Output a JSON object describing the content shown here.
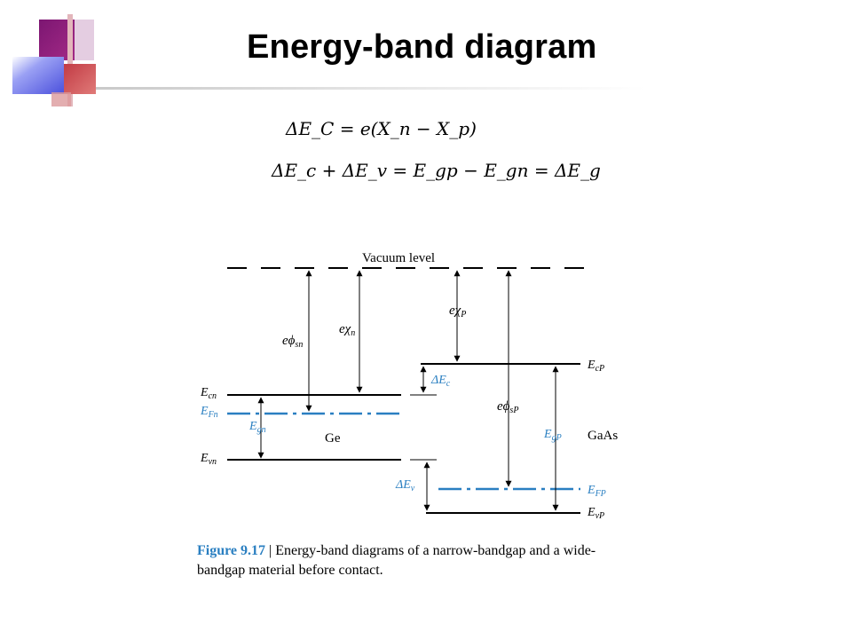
{
  "slide": {
    "title": "Energy-band diagram",
    "equation_1": "ΔE_C = e(X_n − X_p)",
    "equation_2": "ΔE_c + ΔE_v = E_gp − E_gn = ΔE_g"
  },
  "diagram": {
    "vacuum_level": "Vacuum level",
    "left_material": "Ge",
    "right_material": "GaAs",
    "labels": {
      "E_cn": [
        "E",
        "cn"
      ],
      "E_Fn": [
        "E",
        "Fn"
      ],
      "E_vn": [
        "E",
        "vn"
      ],
      "E_gn": [
        "E",
        "gn"
      ],
      "e_phi_sn": [
        "eϕ",
        "sn"
      ],
      "e_chi_n": [
        "eχ",
        "n"
      ],
      "e_chi_P": [
        "eχ",
        "P"
      ],
      "delta_E_c": [
        "ΔE",
        "c"
      ],
      "delta_E_v": [
        "ΔE",
        "v"
      ],
      "e_phi_sP": [
        "eϕ",
        "sP"
      ],
      "E_gP": [
        "E",
        "gP"
      ],
      "E_cP": [
        "E",
        "cP"
      ],
      "E_FP": [
        "E",
        "FP"
      ],
      "E_vP": [
        "E",
        "vP"
      ]
    }
  },
  "caption": {
    "figure_label": "Figure 9.17",
    "text": " | Energy-band diagrams of a narrow-bandgap and a wide-bandgap material before contact."
  },
  "colors": {
    "accent_blue": "#2a7fc1",
    "deco_purple": "#8e1b7a",
    "deco_red": "#c84a4e",
    "deco_blue": "#5a5ee0"
  }
}
